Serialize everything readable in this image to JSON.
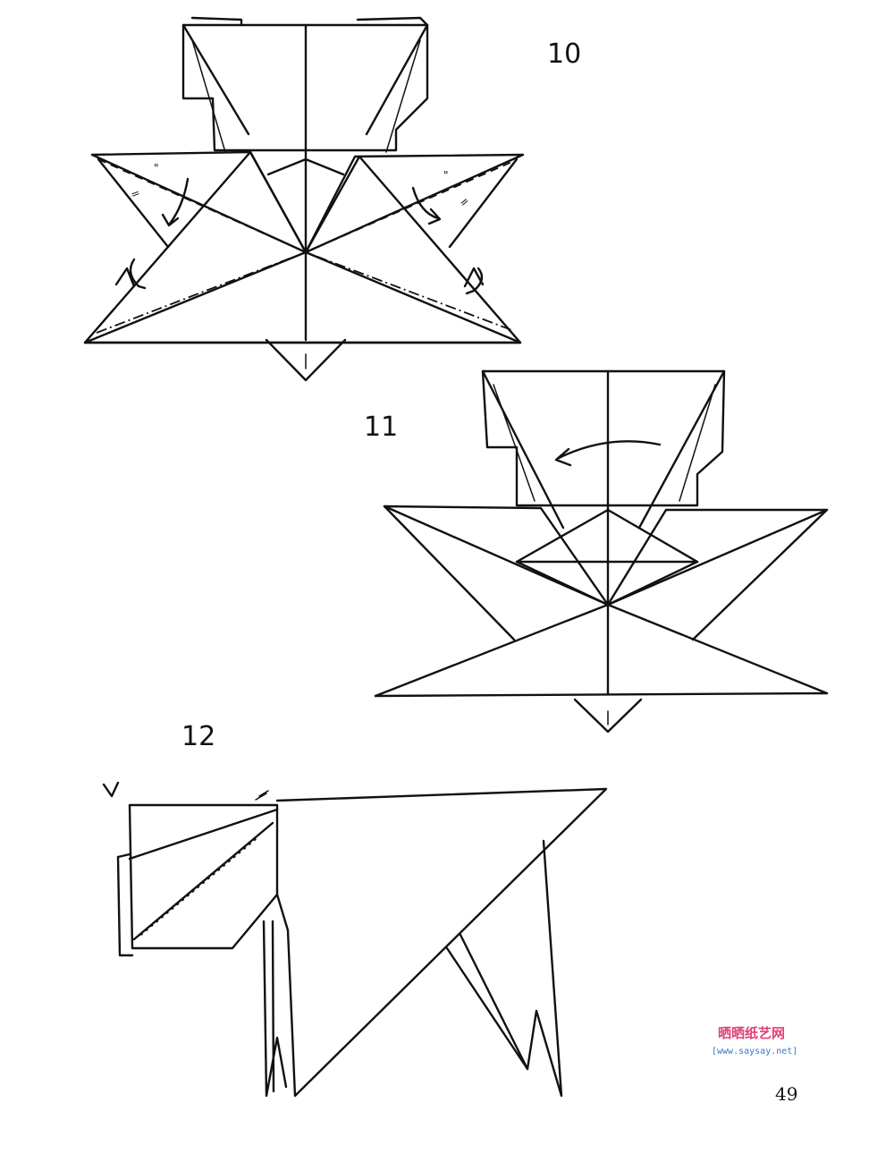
{
  "steps": [
    {
      "number": "10"
    },
    {
      "number": "11"
    },
    {
      "number": "12"
    }
  ],
  "fold_marks": {
    "double_tick": "=",
    "quote_mark": "\""
  },
  "watermark": {
    "site_name": "晒晒纸艺网",
    "url": "[www.saysay.net]"
  },
  "page_number": "49"
}
